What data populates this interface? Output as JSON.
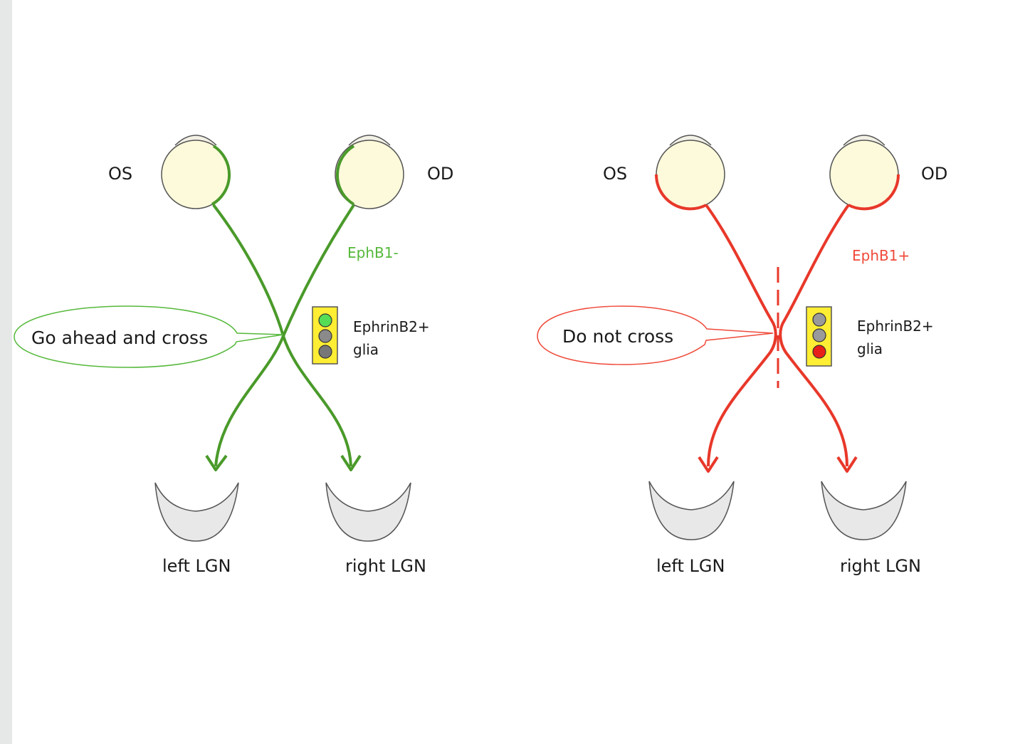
{
  "colors": {
    "green": "#4a9a2a",
    "green_light": "#55b83a",
    "red": "#e8382a",
    "red_light": "#ef4a3a",
    "eye_fill": "#fdfadb",
    "lgn_fill": "#e8e8e8",
    "light_yellow": "#ffee33"
  },
  "left_panel": {
    "left_eye_label": "OS",
    "right_eye_label": "OD",
    "receptor_label": "EphB1-",
    "bubble_text": "Go ahead and cross",
    "glia_line1": "EphrinB2+",
    "glia_line2": "glia",
    "left_target": "left LGN",
    "right_target": "right LGN",
    "traffic_light": [
      "green",
      "grey",
      "grey"
    ]
  },
  "right_panel": {
    "left_eye_label": "OS",
    "right_eye_label": "OD",
    "receptor_label": "EphB1+",
    "bubble_text": "Do not cross",
    "glia_line1": "EphrinB2+",
    "glia_line2": "glia",
    "left_target": "left LGN",
    "right_target": "right LGN",
    "traffic_light": [
      "grey",
      "grey",
      "red"
    ]
  }
}
